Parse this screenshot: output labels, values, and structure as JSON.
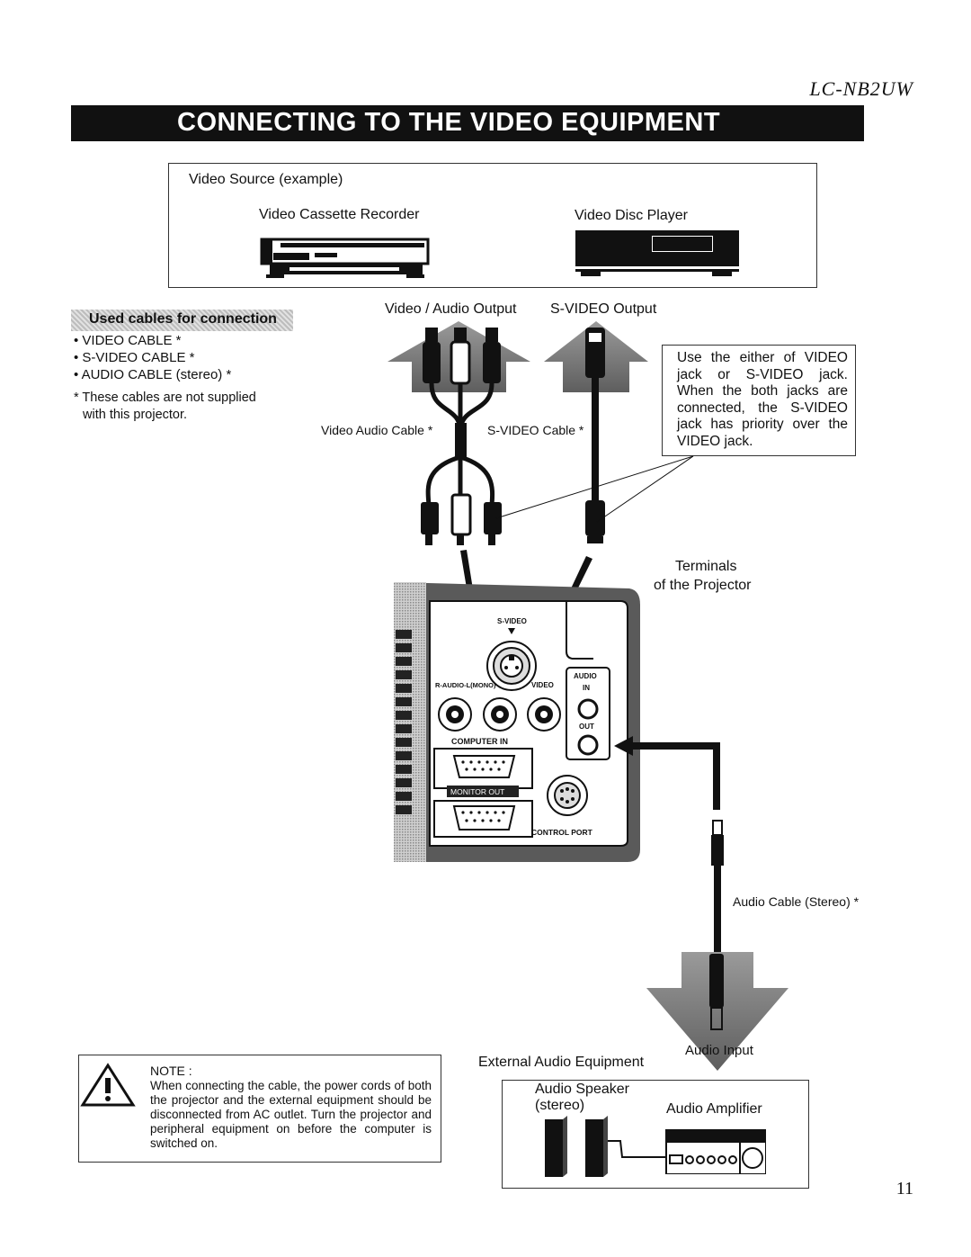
{
  "header": {
    "model": "LC-NB2UW",
    "title": "CONNECTING TO THE VIDEO EQUIPMENT"
  },
  "video_source": {
    "heading": "Video Source (example)",
    "vcr_label": "Video Cassette Recorder",
    "vdp_label": "Video Disc Player"
  },
  "outputs": {
    "video_audio_output": "Video / Audio Output",
    "svideo_output": "S-VIDEO Output"
  },
  "used_cables": {
    "heading": "Used cables for connection",
    "items": [
      "• VIDEO CABLE *",
      "• S-VIDEO CABLE *",
      "• AUDIO CABLE (stereo) *"
    ],
    "note_line1": "* These cables are not supplied",
    "note_line2": "with this projector."
  },
  "cables": {
    "video_audio_cable": "Video Audio Cable *",
    "svideo_cable": "S-VIDEO Cable *",
    "audio_cable": "Audio Cable (Stereo) *"
  },
  "info": {
    "text": "Use the either of VIDEO jack or S-VIDEO jack. When the both jacks are connected, the S-VIDEO jack has priority over the VIDEO jack."
  },
  "terminals": {
    "line1": "Terminals",
    "line2": "of the Projector",
    "svideo": "S-VIDEO",
    "r_audio_l": "R-AUDIO-L(MONO)",
    "video": "VIDEO",
    "audio": "AUDIO",
    "in": "IN",
    "out": "OUT",
    "computer_in": "COMPUTER IN",
    "monitor_out": "MONITOR OUT",
    "control_port": "CONTROL PORT"
  },
  "external": {
    "audio_input": "Audio Input",
    "heading": "External Audio Equipment",
    "speaker_line1": "Audio Speaker",
    "speaker_line2": "(stereo)",
    "amplifier": "Audio Amplifier"
  },
  "note": {
    "label": "NOTE  :",
    "text": "When connecting the cable, the power cords of both the projector and the external equipment should be disconnected from AC outlet. Turn the projector and peripheral equipment on before the computer is switched on."
  },
  "page_number": "11"
}
